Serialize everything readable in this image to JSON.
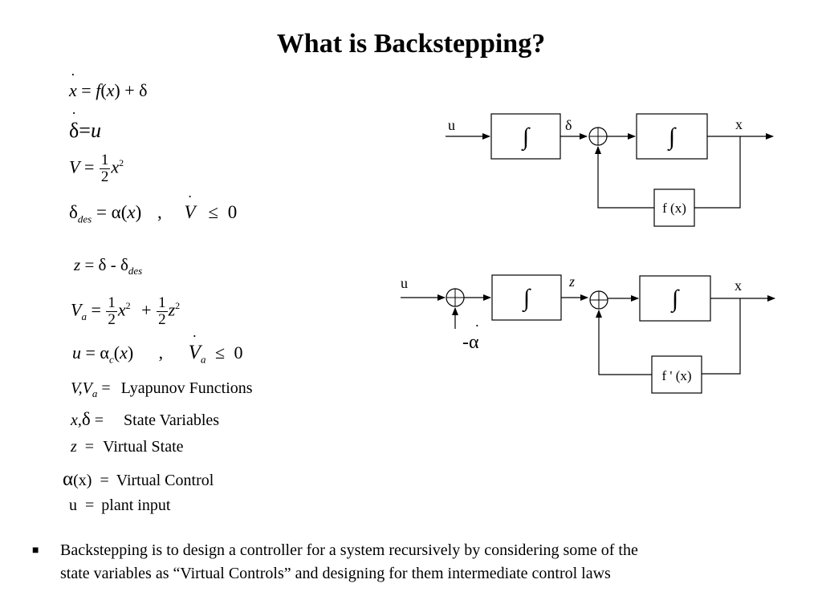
{
  "title": "What is Backstepping?",
  "equations": {
    "eq1": {
      "lhs": "x",
      "rhs_f": "f",
      "rhs_x": "x",
      "plus": "+",
      "delta": "δ"
    },
    "eq2": {
      "lhs": "δ",
      "rhs": "u"
    },
    "eq3": {
      "lhs": "V",
      "num": "1",
      "den": "2",
      "var": "x",
      "pow": "2"
    },
    "eq4": {
      "lhs": "δ",
      "sub": "des",
      "rhs": "α",
      "arg": "x",
      "comma": ",",
      "v": "V",
      "leq": "≤",
      "zero": "0"
    },
    "eq5": {
      "lhs": "z",
      "d1": "δ",
      "minus": "-",
      "d2": "δ",
      "sub": "des"
    },
    "eq6": {
      "lhs": "V",
      "sub": "a",
      "n1": "1",
      "d1": "2",
      "x": "x",
      "p1": "2",
      "plus": "+",
      "n2": "1",
      "d2": "2",
      "z": "z",
      "p2": "2"
    },
    "eq7": {
      "lhs": "u",
      "alpha": "α",
      "sub": "c",
      "arg": "x",
      "comma": ",",
      "v": "V",
      "vsub": "a",
      "leq": "≤",
      "zero": "0"
    }
  },
  "definitions": [
    {
      "sym": "V,V",
      "sub": "a",
      "eq": "=",
      "text": "Lyapunov Functions"
    },
    {
      "sym": "x,",
      "sym2": "δ",
      "eq": "=",
      "text": "State Variables"
    },
    {
      "sym": "z",
      "eq": "=",
      "text": "Virtual State"
    },
    {
      "sym": "α",
      "sym2": "(x)",
      "eq": "=",
      "text": "Virtual Control"
    },
    {
      "sym": "u",
      "eq": "=",
      "text": "plant input"
    }
  ],
  "diagram1": {
    "input": "u",
    "integrator": "∫",
    "delta": "δ",
    "output": "x",
    "feedback": "f (x)"
  },
  "diagram2": {
    "input": "u",
    "integrator": "∫",
    "z": "z",
    "output": "x",
    "feedback": "f ' (x)",
    "alpha_in": "-α"
  },
  "bullet": {
    "mark": "■",
    "line1": "Backstepping is to design a controller for a system recursively by  considering  some of the",
    "line2": "state variables as “Virtual Controls” and designing for them intermediate control laws"
  }
}
